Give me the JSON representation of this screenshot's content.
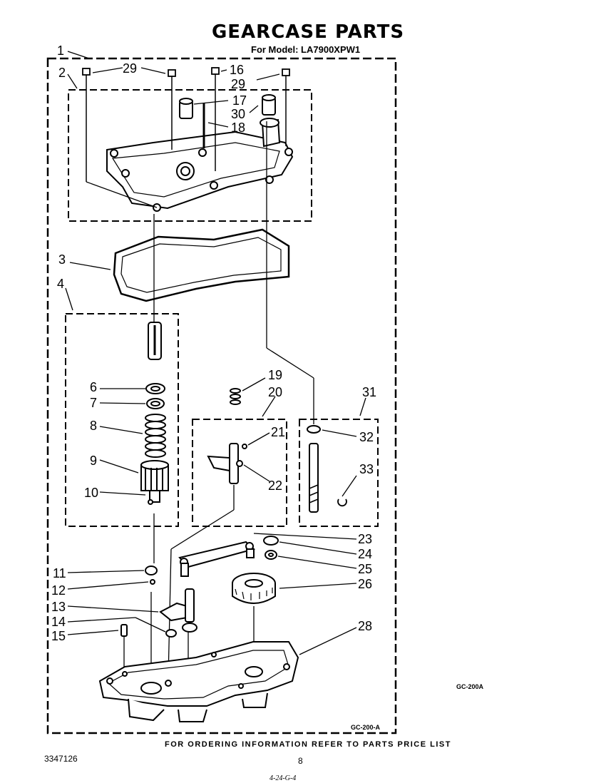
{
  "header": {
    "title": "GEARCASE PARTS",
    "model": "For Model: LA7900XPW1"
  },
  "callouts": [
    "1",
    "2",
    "3",
    "4",
    "6",
    "7",
    "8",
    "9",
    "10",
    "11",
    "12",
    "13",
    "14",
    "15",
    "16",
    "17",
    "18",
    "19",
    "20",
    "21",
    "22",
    "23",
    "24",
    "25",
    "26",
    "28",
    "29",
    "29",
    "30",
    "31",
    "32",
    "33"
  ],
  "figure_codes": {
    "right": "GC-200A",
    "bottom": "GC-200-A"
  },
  "footer": {
    "ordering_note": "FOR ORDERING INFORMATION REFER TO PARTS PRICE LIST",
    "document_number": "3347126",
    "page_number": "8",
    "handwritten": "4-24-G-4"
  }
}
